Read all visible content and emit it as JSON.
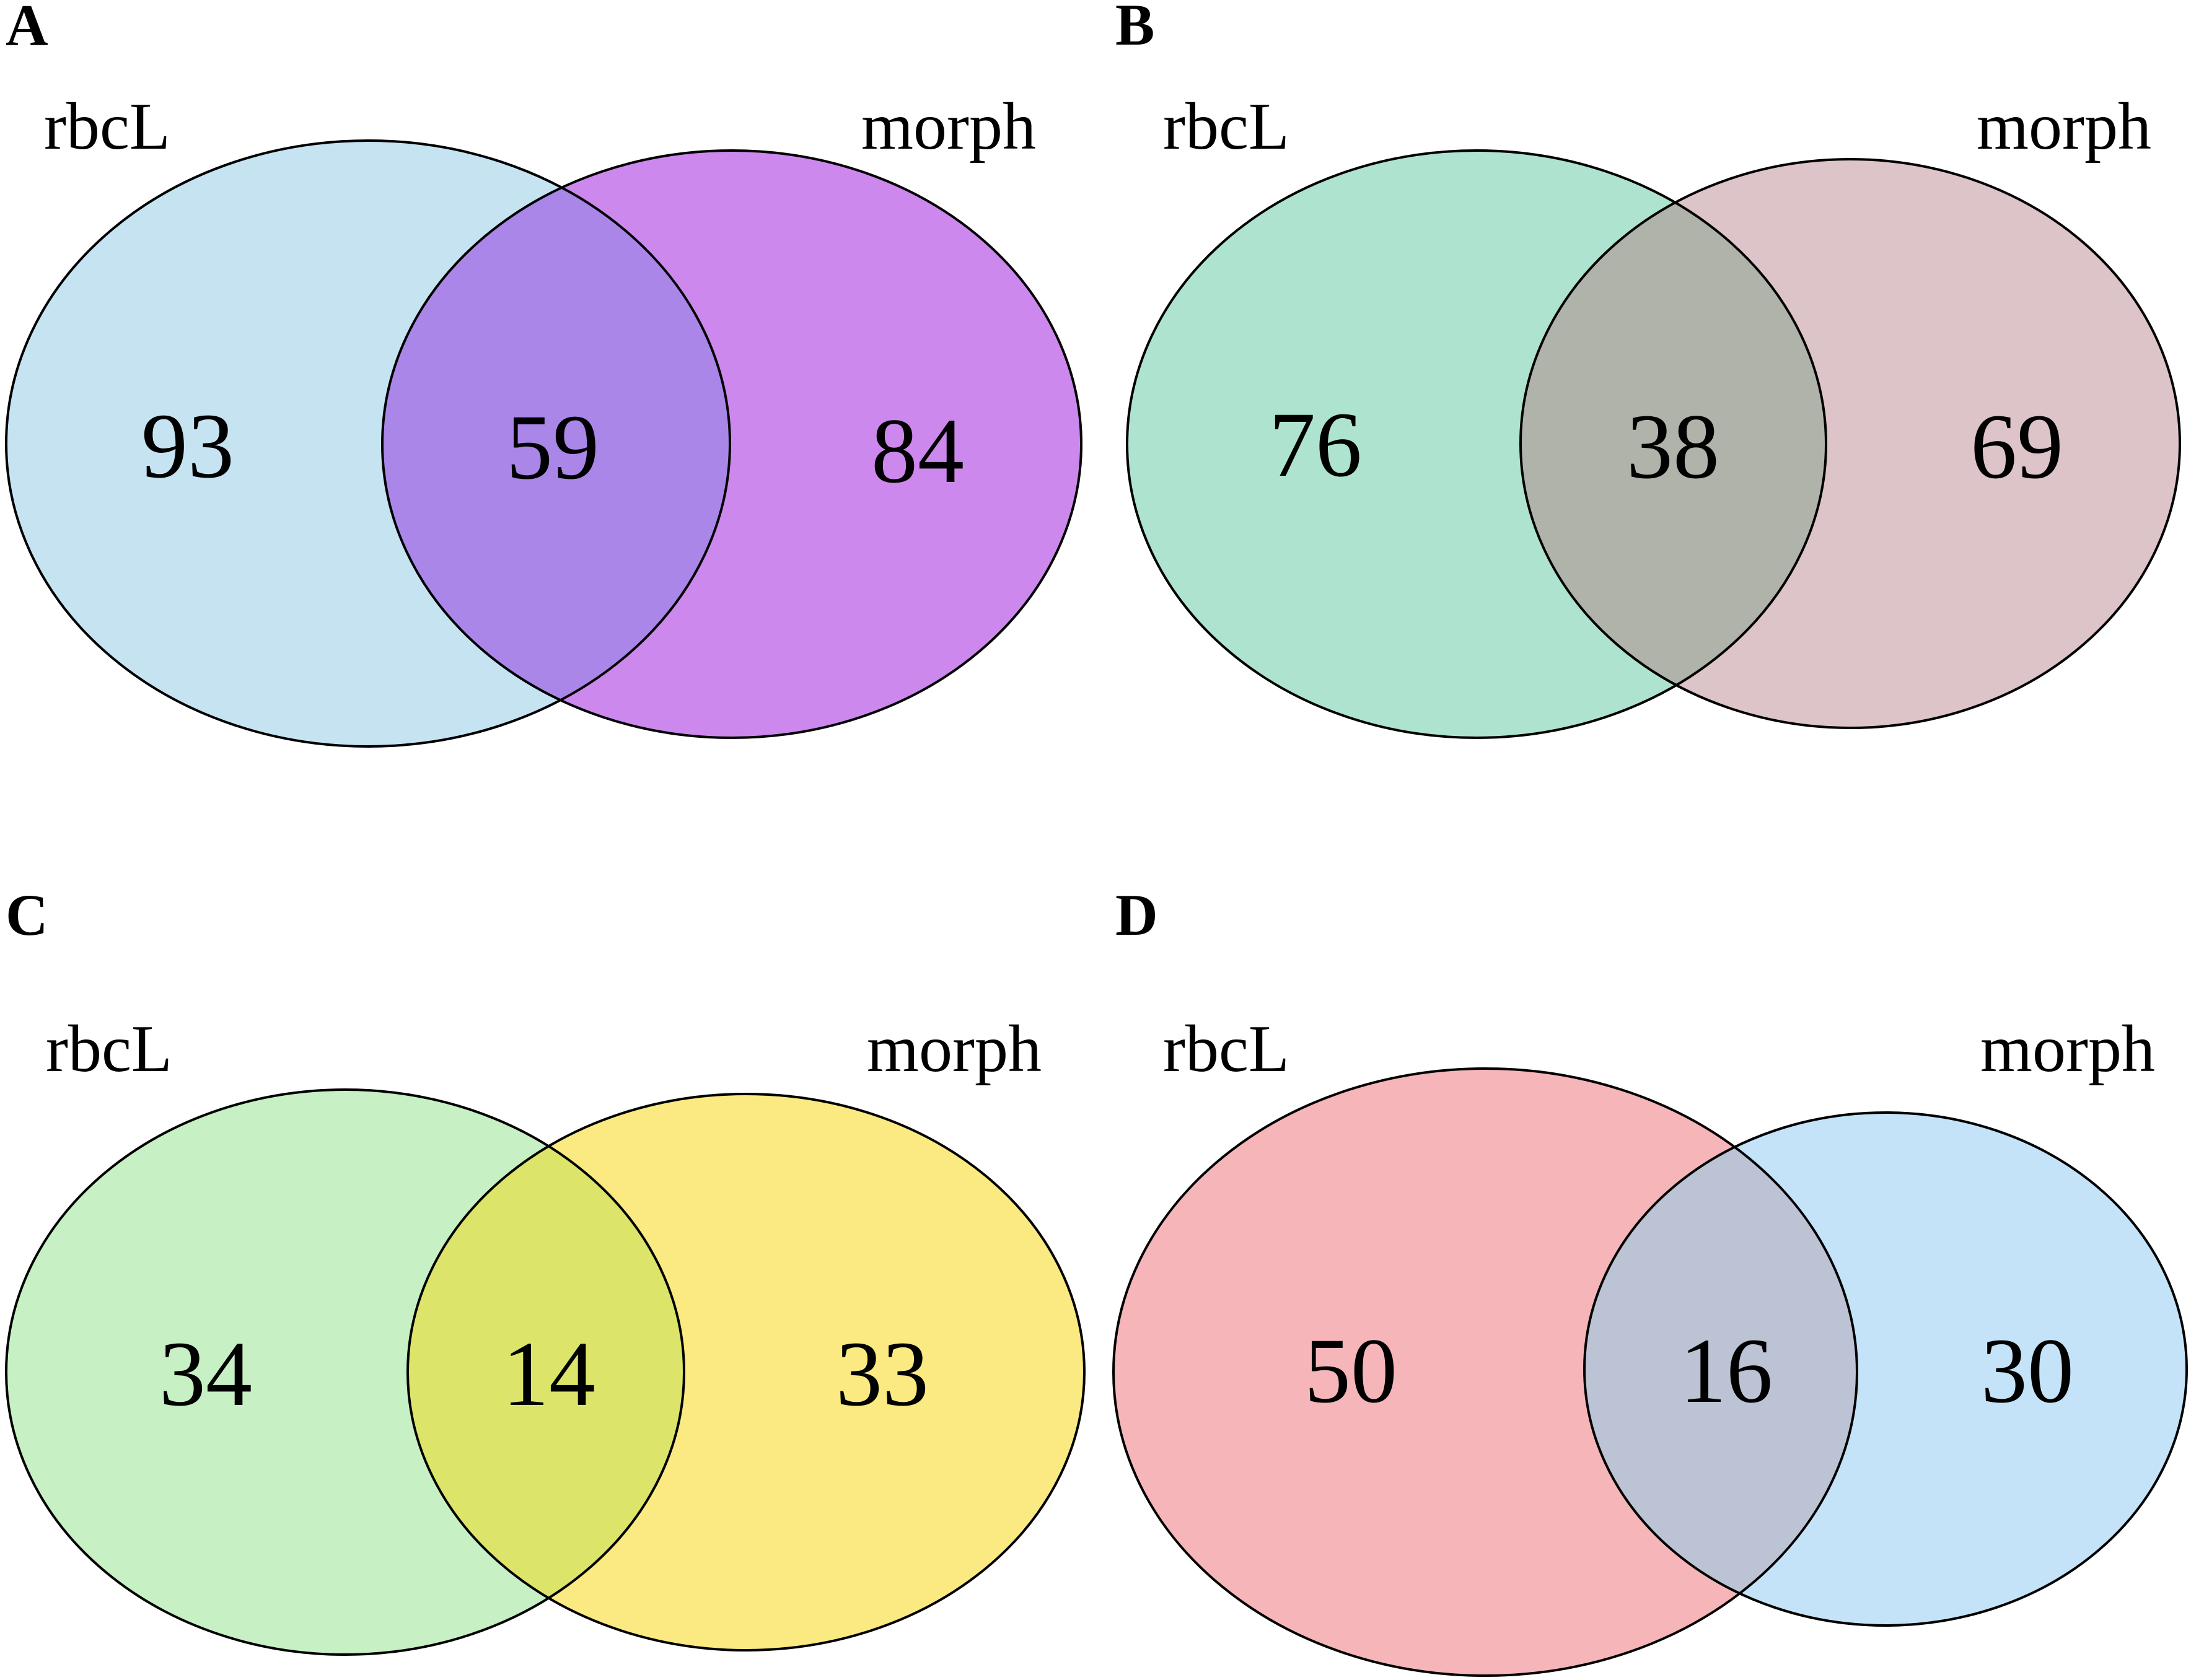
{
  "outline_color": "#000000",
  "panels": [
    {
      "letter": "A",
      "left_label": "rbcL",
      "right_label": "morph",
      "counts": {
        "left_only": "93",
        "intersection": "59",
        "right_only": "84"
      },
      "colors": {
        "left": "#c6e3f2",
        "intersection": "#aa86e9",
        "right": "#cd88ee"
      }
    },
    {
      "letter": "B",
      "left_label": "rbcL",
      "right_label": "morph",
      "counts": {
        "left_only": "76",
        "intersection": "38",
        "right_only": "69"
      },
      "colors": {
        "left": "#aee4cf",
        "intersection": "#b0b3a9",
        "right": "#dcc4c9"
      }
    },
    {
      "letter": "C",
      "left_label": "rbcL",
      "right_label": "morph",
      "counts": {
        "left_only": "34",
        "intersection": "14",
        "right_only": "33"
      },
      "colors": {
        "left": "#c7f0c5",
        "intersection": "#dce56a",
        "right": "#fbea82"
      }
    },
    {
      "letter": "D",
      "left_label": "rbcL",
      "right_label": "morph",
      "counts": {
        "left_only": "50",
        "intersection": "16",
        "right_only": "30"
      },
      "colors": {
        "left": "#f6b6b9",
        "intersection": "#bcc3d4",
        "right": "#c5e3f8"
      }
    }
  ],
  "chart_data": [
    {
      "type": "venn",
      "panel": "A",
      "sets": [
        "rbcL",
        "morph"
      ],
      "left_only": 93,
      "intersection": 59,
      "right_only": 84
    },
    {
      "type": "venn",
      "panel": "B",
      "sets": [
        "rbcL",
        "morph"
      ],
      "left_only": 76,
      "intersection": 38,
      "right_only": 69
    },
    {
      "type": "venn",
      "panel": "C",
      "sets": [
        "rbcL",
        "morph"
      ],
      "left_only": 34,
      "intersection": 14,
      "right_only": 33
    },
    {
      "type": "venn",
      "panel": "D",
      "sets": [
        "rbcL",
        "morph"
      ],
      "left_only": 50,
      "intersection": 16,
      "right_only": 30
    }
  ]
}
